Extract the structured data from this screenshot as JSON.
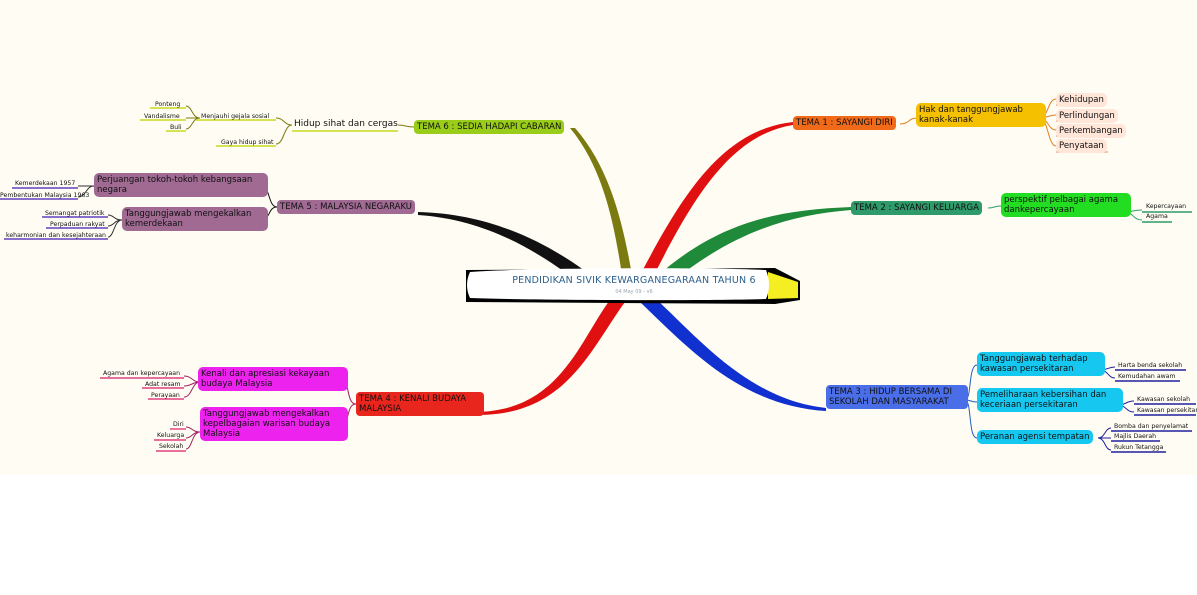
{
  "center": {
    "title": "PENDIDIKAN SIVIK KEWARGANEGARAAN TAHUN 6",
    "date": "04 May 09 - v6"
  },
  "colors": {
    "background": "#fffdf3",
    "tema1": "#f06a1a",
    "tema2": "#2f9a6a",
    "tema3": "#4a6de8",
    "tema4": "#e8261e",
    "tema5": "#a06a93",
    "tema6": "#9acd1a",
    "link1": "#e01010",
    "link2": "#1f8a3a",
    "link3": "#1030d0",
    "link4": "#a02020",
    "link5": "#111111",
    "link6": "#7a7a10"
  },
  "tema1": {
    "label": "TEMA 1 : SAYANGI DIRI",
    "sub": "Hak dan tanggungjawab kanak-kanak",
    "leaves": [
      "Kehidupan",
      "Perlindungan",
      "Perkembangan",
      "Penyataan"
    ]
  },
  "tema2": {
    "label": "TEMA 2 : SAYANGI KELUARGA",
    "sub": "perspektif pelbagai agama dankepercayaan",
    "leaves": [
      "Kepercayaan",
      "Agama"
    ]
  },
  "tema3": {
    "label": "TEMA 3 : HIDUP BERSAMA DI SEKOLAH DAN MASYARAKAT",
    "subs": [
      {
        "label": "Tanggungjawab terhadap kawasan persekitaran",
        "leaves": [
          "Harta benda sekolah",
          "Kemudahan awam"
        ]
      },
      {
        "label": "Pemeliharaan kebersihan dan keceriaan persekitaran",
        "leaves": [
          "Kawasan sekolah",
          "Kawasan persekitaran"
        ]
      },
      {
        "label": "Peranan agensi tempatan",
        "leaves": [
          "Bomba dan penyelamat",
          "Majlis Daerah",
          "Rukun Tetangga"
        ]
      }
    ]
  },
  "tema4": {
    "label": "TEMA 4 : KENALI BUDAYA MALAYSIA",
    "subs": [
      {
        "label": "Kenali dan apresiasi kekayaan budaya Malaysia",
        "leaves": [
          "Agama dan kepercayaan",
          "Adat resam",
          "Perayaan"
        ]
      },
      {
        "label": "Tanggungjawab mengekalkan kepelbagaian warisan budaya Malaysia",
        "leaves": [
          "Diri",
          "Keluarga",
          "Sekolah"
        ]
      }
    ]
  },
  "tema5": {
    "label": "TEMA 5 : MALAYSIA NEGARAKU",
    "subs": [
      {
        "label": "Perjuangan tokoh-tokoh kebangsaan negara",
        "leaves": [
          "Kemerdekaan 1957",
          "Pembentukan Malaysia 1963"
        ]
      },
      {
        "label": "Tanggungjawab mengekalkan kemerdekaan",
        "leaves": [
          "Semangat patriotik",
          "Perpaduan rakyat",
          "keharmonian dan kesejahteraan"
        ]
      }
    ]
  },
  "tema6": {
    "label": "TEMA 6 : SEDIA HADAPI CABARAN",
    "sub": "Hidup sihat dan cergas",
    "subsubs": [
      {
        "label": "Menjauhi gejala sosial",
        "leaves": [
          "Ponteng",
          "Vandalisme",
          "Buli"
        ]
      },
      {
        "label": "Gaya hidup sihat",
        "leaves": []
      }
    ]
  }
}
